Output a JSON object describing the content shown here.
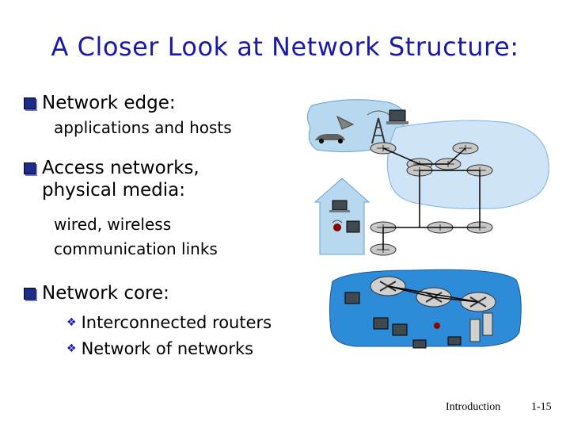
{
  "title": "A Closer Look at Network Structure:",
  "bullets": [
    {
      "heading": "Network edge:",
      "sub": "applications and hosts"
    },
    {
      "heading_line1": "Access networks,",
      "heading_line2": "physical media:",
      "sub_line1": "wired, wireless",
      "sub_line2": "communication links"
    },
    {
      "heading": "Network core:",
      "items": [
        "Interconnected routers",
        "Network of networks"
      ]
    }
  ],
  "footer": {
    "label": "Introduction",
    "page": "1-15"
  },
  "colors": {
    "title": "#1a1aa6",
    "bullet": "#1c2c8c",
    "cloud": "#b8d8f0",
    "core": "#2e8bd8"
  }
}
